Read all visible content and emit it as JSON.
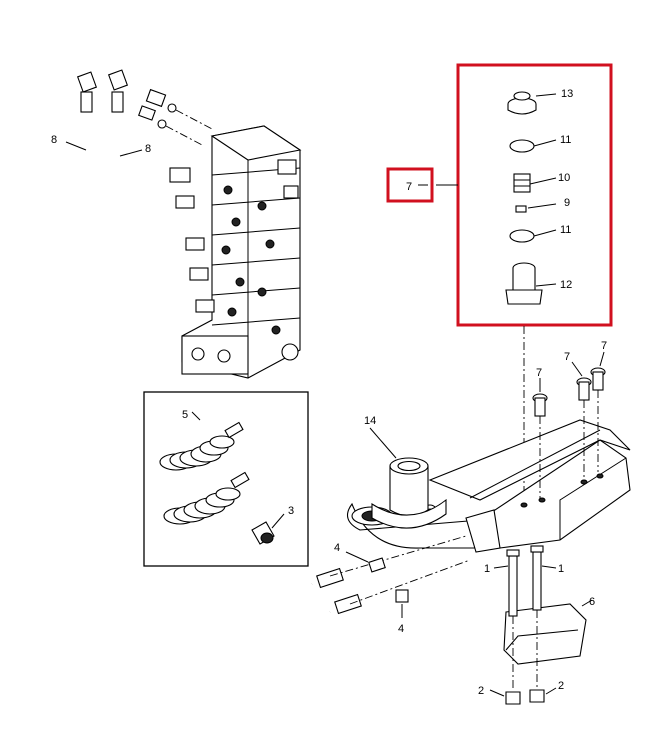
{
  "callouts": {
    "c1a": "1",
    "c1b": "1",
    "c2a": "2",
    "c2b": "2",
    "c3": "3",
    "c4a": "4",
    "c4b": "4",
    "c5": "5",
    "c6": "6",
    "c7main": "7",
    "c7a": "7",
    "c7b": "7",
    "c7c": "7",
    "c8a": "8",
    "c8b": "8",
    "c9": "9",
    "c10": "10",
    "c11a": "11",
    "c11b": "11",
    "c12": "12",
    "c13": "13",
    "c14": "14"
  },
  "colors": {
    "highlight": "#d1101f",
    "line": "#000000",
    "background": "#ffffff"
  }
}
